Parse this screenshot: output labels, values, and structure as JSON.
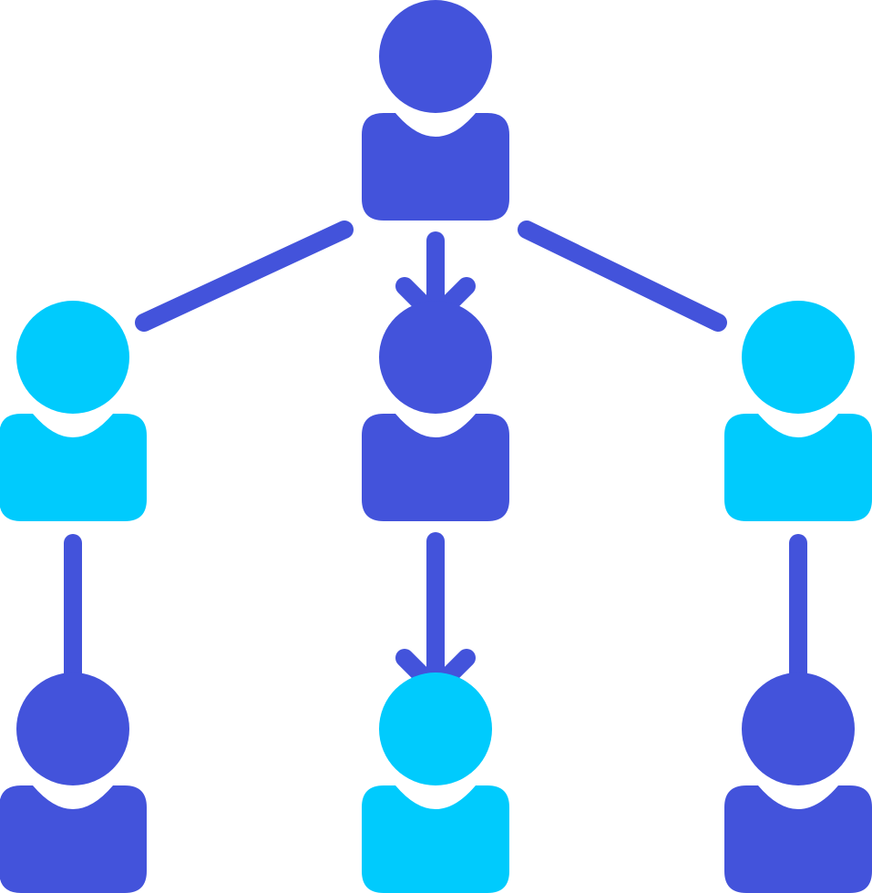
{
  "colors": {
    "primary": "#4353db",
    "secondary": "#00cbfd",
    "background": "#ffffff"
  },
  "diagram": {
    "type": "organization-hierarchy-icon",
    "people": [
      {
        "id": "top-center",
        "level": 1,
        "column": "center",
        "color": "primary"
      },
      {
        "id": "mid-left",
        "level": 2,
        "column": "left",
        "color": "secondary"
      },
      {
        "id": "mid-center",
        "level": 2,
        "column": "center",
        "color": "primary"
      },
      {
        "id": "mid-right",
        "level": 2,
        "column": "right",
        "color": "secondary"
      },
      {
        "id": "bottom-left",
        "level": 3,
        "column": "left",
        "color": "primary"
      },
      {
        "id": "bottom-center",
        "level": 3,
        "column": "center",
        "color": "secondary"
      },
      {
        "id": "bottom-right",
        "level": 3,
        "column": "right",
        "color": "primary"
      }
    ],
    "connections": [
      {
        "from": "top-center",
        "to": "mid-left",
        "style": "line"
      },
      {
        "from": "top-center",
        "to": "mid-center",
        "style": "arrow"
      },
      {
        "from": "top-center",
        "to": "mid-right",
        "style": "line"
      },
      {
        "from": "mid-left",
        "to": "bottom-left",
        "style": "line"
      },
      {
        "from": "mid-center",
        "to": "bottom-center",
        "style": "arrow"
      },
      {
        "from": "mid-right",
        "to": "bottom-right",
        "style": "line"
      }
    ]
  }
}
